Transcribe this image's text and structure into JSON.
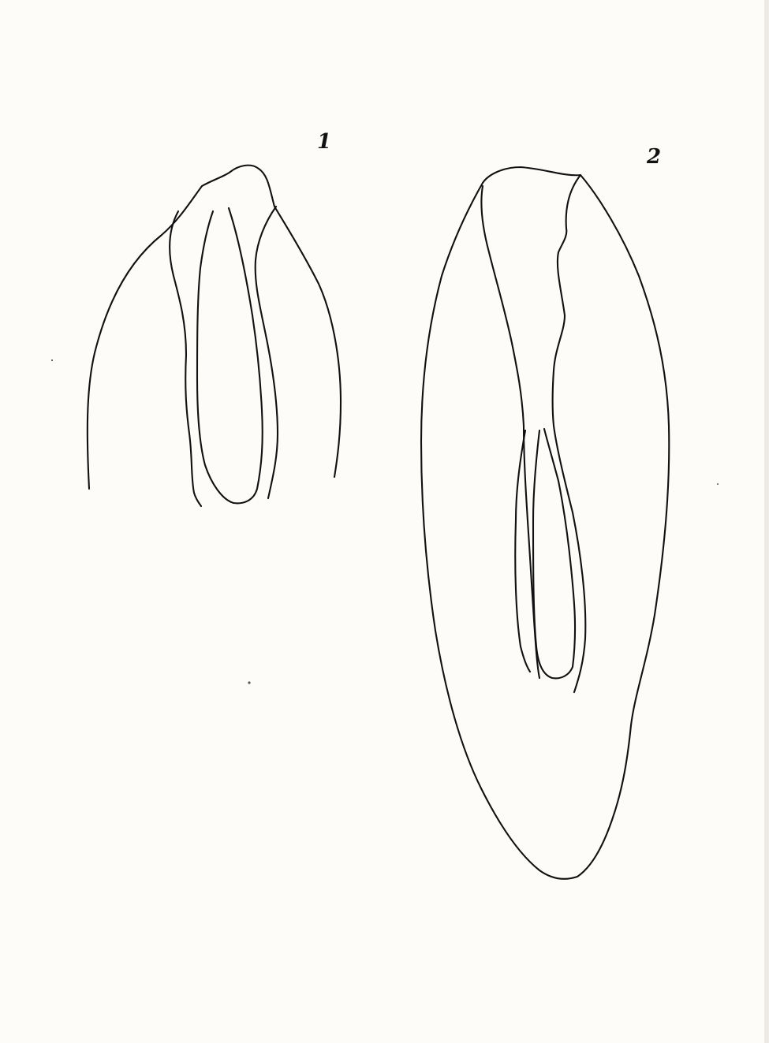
{
  "figures": [
    {
      "id": "figure-1",
      "label": "1"
    },
    {
      "id": "figure-2",
      "label": "2"
    }
  ],
  "colors": {
    "paper": "#fdfcf9",
    "ink": "#111111"
  }
}
